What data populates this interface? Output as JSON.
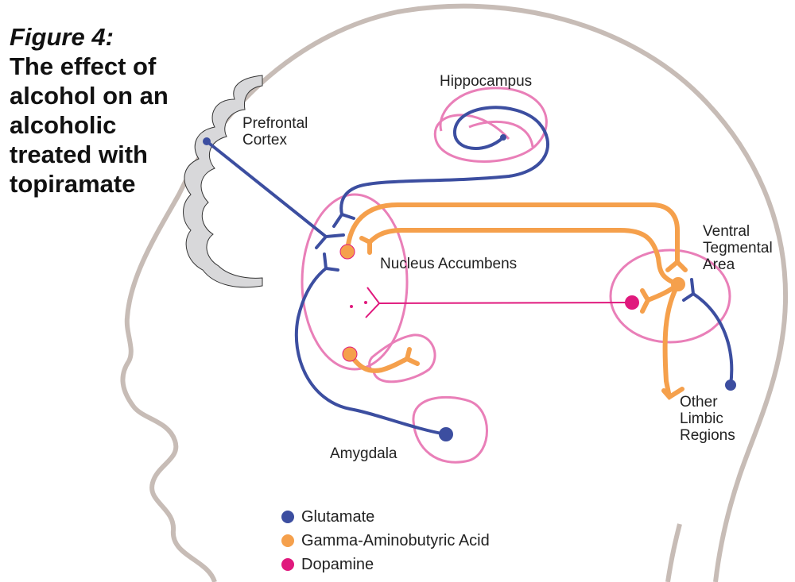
{
  "title": {
    "figure": "Figure 4:",
    "text_lines": [
      "The effect of",
      "alcohol on an",
      "alcoholic",
      "treated with",
      "topiramate"
    ]
  },
  "labels": {
    "prefrontal_cortex": [
      "Prefrontal",
      "Cortex"
    ],
    "hippocampus": "Hippocampus",
    "nucleus_accumbens": "Nucleus Accumbens",
    "vta": [
      "Ventral",
      "Tegmental",
      "Area"
    ],
    "other_limbic": [
      "Other",
      "Limbic",
      "Regions"
    ],
    "amygdala": "Amygdala"
  },
  "legend": [
    {
      "label": "Glutamate",
      "color": "#3c4ea0"
    },
    {
      "label": "Gamma-Aminobutyric Acid",
      "color": "#f5a04c"
    },
    {
      "label": "Dopamine",
      "color": "#e0197d"
    }
  ],
  "colors": {
    "head": "#c7bcb6",
    "region": "#e97fb8",
    "cortex": "#d6d6d8"
  }
}
